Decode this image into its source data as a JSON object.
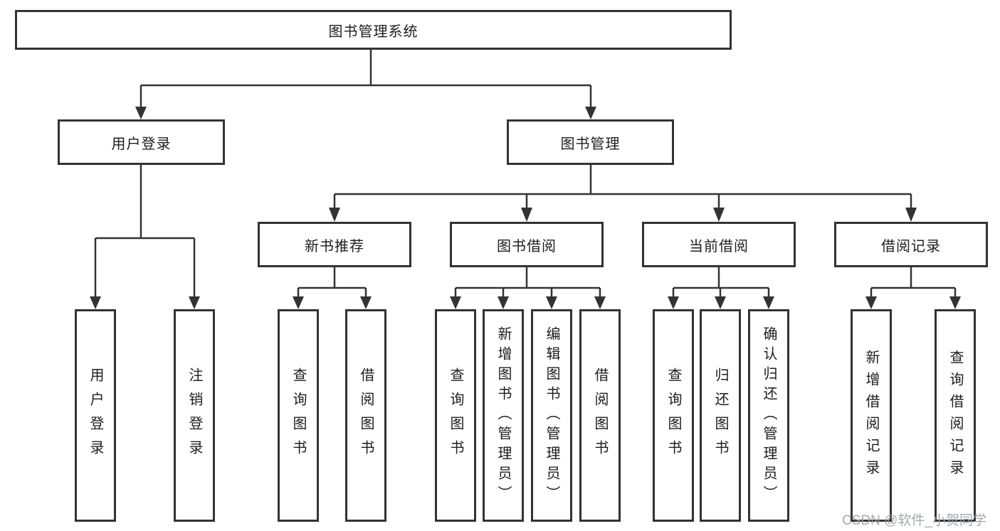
{
  "diagram": {
    "root": "图书管理系统",
    "level2": [
      {
        "label": "用户登录",
        "children": [
          "用户登录",
          "注销登录"
        ]
      },
      {
        "label": "图书管理",
        "children": [
          {
            "label": "新书推荐",
            "children": [
              "查询图书",
              "借阅图书"
            ]
          },
          {
            "label": "图书借阅",
            "children": [
              "查询图书",
              "新增图书（管理员）",
              "编辑图书（管理员）",
              "借阅图书"
            ]
          },
          {
            "label": "当前借阅",
            "children": [
              "查询图书",
              "归还图书",
              "确认归还（管理员）"
            ]
          },
          {
            "label": "借阅记录",
            "children": [
              "新增借阅记录",
              "查询借阅记录"
            ]
          }
        ]
      }
    ]
  },
  "watermark": "CSDN @软件_小贺同学",
  "colors": {
    "line": "#333333",
    "box_border": "#333333",
    "text": "#1d1d1f",
    "background": "#ffffff",
    "watermark": "#9ea1ac"
  }
}
